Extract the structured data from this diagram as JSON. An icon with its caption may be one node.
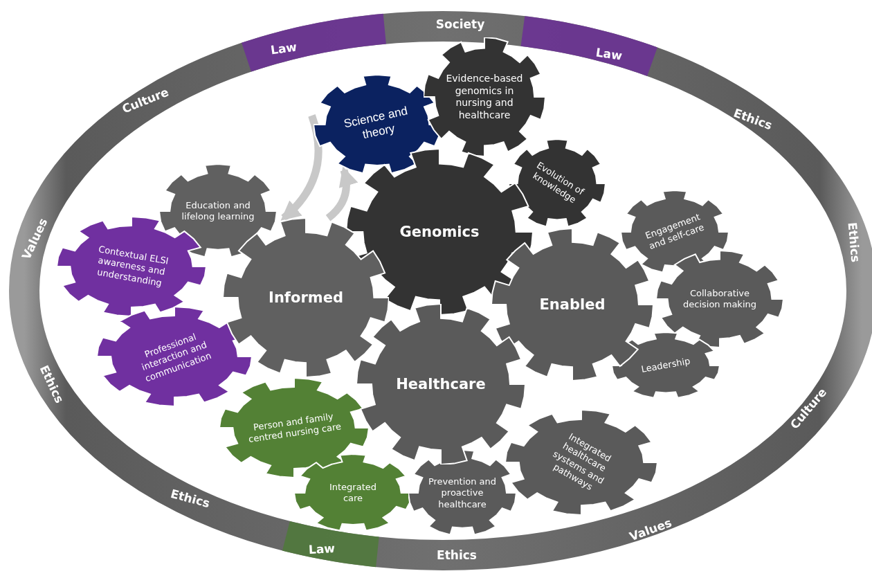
{
  "diagram": {
    "nodes": [
      {
        "text": [
          "Science and theory"
        ]
      },
      {
        "text": [
          "Evidence-based genomics in nursing and healthcare"
        ]
      },
      {
        "text": [
          "Evolution of knowledge"
        ]
      },
      {
        "text": [
          "Genomics"
        ]
      },
      {
        "text": [
          "Education and lifelong learning"
        ]
      },
      {
        "text": [
          "Engagement and self-care"
        ]
      },
      {
        "text": [
          "Contextual ELSI awareness and understanding"
        ]
      },
      {
        "text": [
          "Informed"
        ]
      },
      {
        "text": [
          "Enabled"
        ]
      },
      {
        "text": [
          "Collaborative decision making"
        ]
      },
      {
        "text": [
          "Professional interaction and communication"
        ]
      },
      {
        "text": [
          "Leadership"
        ]
      },
      {
        "text": [
          "Healthcare"
        ]
      },
      {
        "text": [
          "Person and family centred nursing care"
        ]
      },
      {
        "text": [
          "Integrated healthcare systems and pathways"
        ]
      },
      {
        "text": [
          "Integrated care"
        ]
      },
      {
        "text": [
          "Prevention and proactive healthcare"
        ]
      }
    ],
    "edges": [
      {
        "from": 0,
        "to": 7,
        "arrow": "to"
      },
      {
        "from": 7,
        "to": 0,
        "arrow": "to"
      }
    ],
    "labels": [
      "Society",
      "Law",
      "Law",
      "Culture",
      "Ethics",
      "Values",
      "Ethics",
      "Ethics",
      "Culture",
      "Ethics",
      "Values",
      "Law",
      "Ethics"
    ]
  }
}
